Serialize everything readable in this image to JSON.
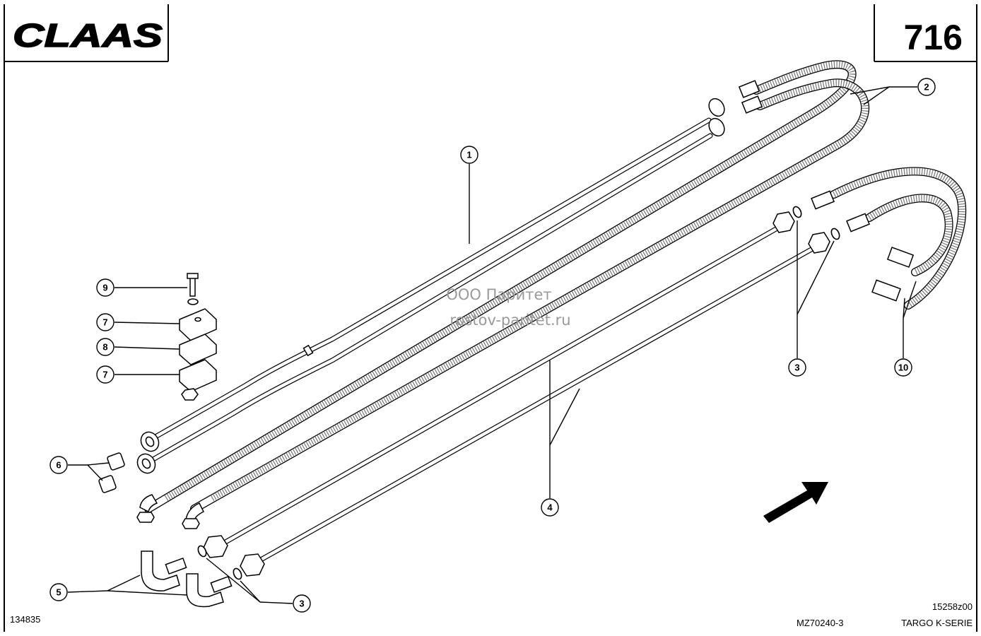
{
  "header": {
    "brand": "CLAAS",
    "page_number": "716"
  },
  "watermark": {
    "line1": "ООО Паритет",
    "line2": "rostov-paritet.ru"
  },
  "callouts": [
    {
      "id": "c1",
      "label": "1"
    },
    {
      "id": "c2",
      "label": "2"
    },
    {
      "id": "c3a",
      "label": "3"
    },
    {
      "id": "c3b",
      "label": "3"
    },
    {
      "id": "c4",
      "label": "4"
    },
    {
      "id": "c5",
      "label": "5"
    },
    {
      "id": "c6",
      "label": "6"
    },
    {
      "id": "c7a",
      "label": "7"
    },
    {
      "id": "c7b",
      "label": "7"
    },
    {
      "id": "c8",
      "label": "8"
    },
    {
      "id": "c9",
      "label": "9"
    },
    {
      "id": "c10",
      "label": "10"
    }
  ],
  "footer": {
    "drawing_number": "134835",
    "reference_code": "MZ70240-3",
    "revision": "15258z00",
    "series": "TARGO K-SERIE"
  }
}
